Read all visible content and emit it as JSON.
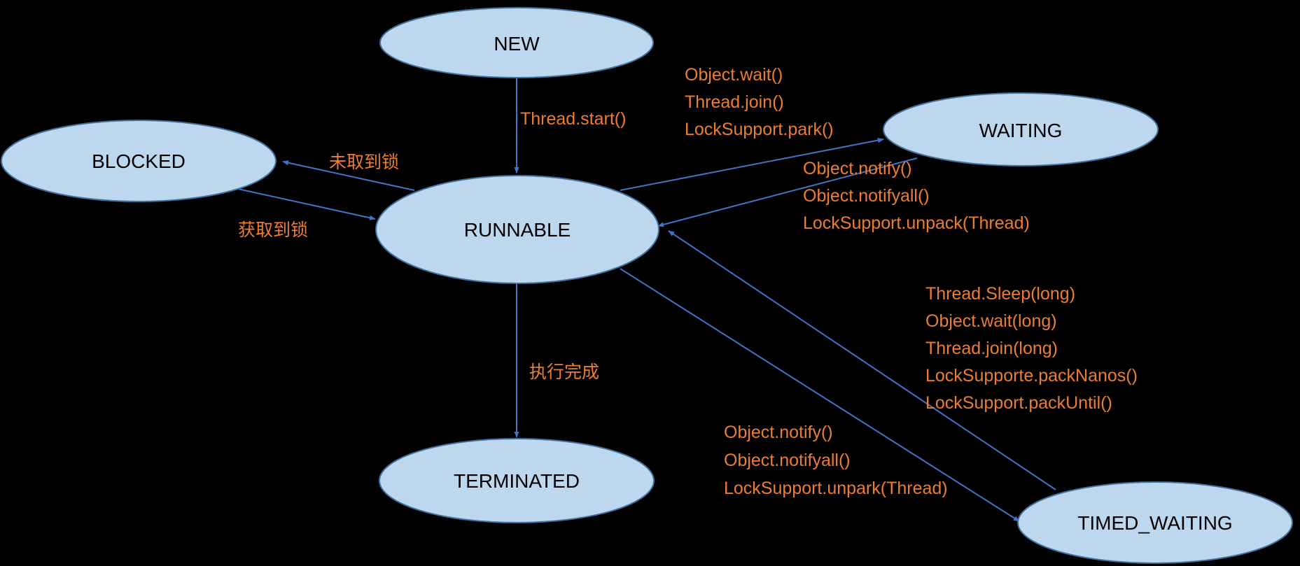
{
  "colors": {
    "background": "#000000",
    "state_fill": "#bdd7ee",
    "state_stroke": "#41719c",
    "state_text": "#000000",
    "arrow": "#4472c4",
    "label": "#ed7d31"
  },
  "states": {
    "new": "NEW",
    "blocked": "BLOCKED",
    "runnable": "RUNNABLE",
    "waiting": "WAITING",
    "terminated": "TERMINATED",
    "timed_waiting": "TIMED_WAITING"
  },
  "transitions": {
    "new_to_runnable": [
      "Thread.start()"
    ],
    "runnable_to_blocked": [
      "未取到锁"
    ],
    "blocked_to_runnable": [
      "获取到锁"
    ],
    "runnable_to_waiting": [
      "Object.wait()",
      "Thread.join()",
      "LockSupport.park()"
    ],
    "waiting_to_runnable": [
      "Object.notify()",
      "Object.notifyall()",
      "LockSupport.unpack(Thread)"
    ],
    "runnable_to_timed_waiting": [
      "Thread.Sleep(long)",
      "Object.wait(long)",
      "Thread.join(long)",
      "LockSupporte.packNanos()",
      "LockSupport.packUntil()"
    ],
    "timed_waiting_to_runnable": [
      "Object.notify()",
      "Object.notifyall()",
      "LockSupport.unpark(Thread)"
    ],
    "runnable_to_terminated": [
      "执行完成"
    ]
  }
}
